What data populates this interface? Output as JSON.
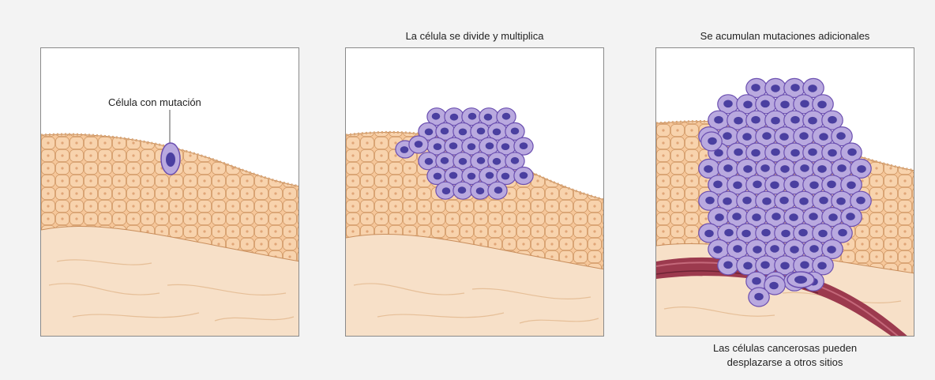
{
  "panels": [
    {
      "id": "panel-1",
      "title": "",
      "label": "Célula con mutación"
    },
    {
      "id": "panel-2",
      "title": "La célula se divide y multiplica"
    },
    {
      "id": "panel-3",
      "title": "Se acumulan mutaciones adicionales",
      "caption_lines": [
        "Las células cancerosas pueden",
        "desplazarse a otros sitios"
      ]
    }
  ],
  "colors": {
    "background": "#f3f3f3",
    "panel_border": "#8a8a8a",
    "normal_cell_fill": "#f6c79a",
    "normal_cell_stroke": "#c98e5c",
    "connective_tissue": "#f7e0c8",
    "tumor_cell_fill": "#b9a9df",
    "tumor_cell_stroke": "#6b4fb0",
    "tumor_nucleus": "#4a3fa0",
    "blood_vessel": "#9c3a4e"
  }
}
